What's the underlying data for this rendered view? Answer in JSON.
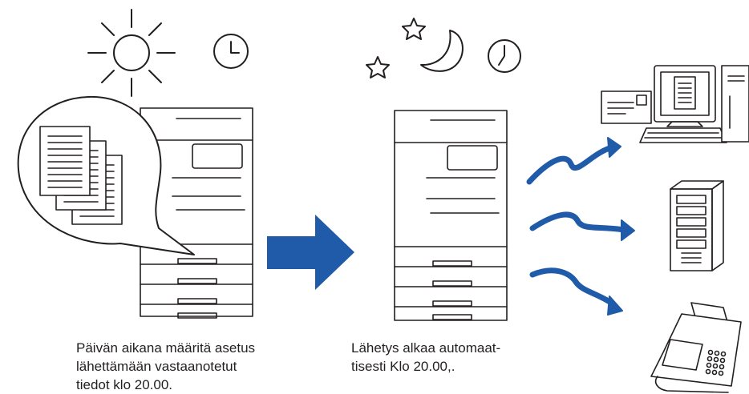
{
  "captions": {
    "daytime": {
      "line1": "Päivän aikana määritä asetus",
      "line2": "lähettämään vastaanotetut",
      "line3": "tiedot klo 20.00."
    },
    "night": {
      "line1": "Lähetys alkaa automaat-",
      "line2": "tisesti Klo 20.00,."
    }
  },
  "colors": {
    "line": "#231f20",
    "arrow": "#1f5ba8",
    "background": "#ffffff"
  },
  "icons": {
    "sun": "sun-icon",
    "moon": "moon-icon",
    "stars": "star-icon",
    "clocks": "clock-icon",
    "documents": "documents-icon",
    "copier": "copier-icon",
    "computer": "computer-icon",
    "server": "server-icon",
    "fax": "fax-icon"
  }
}
